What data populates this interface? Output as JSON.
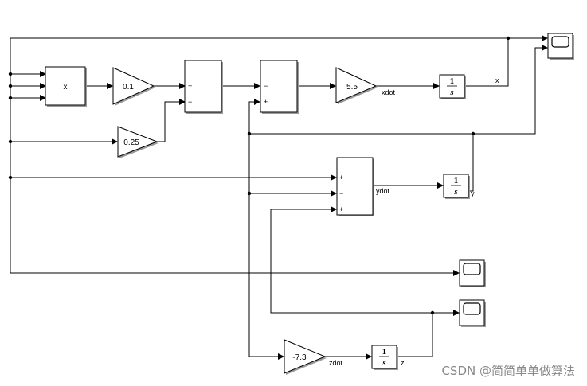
{
  "blocks": {
    "fcn_x": {
      "label": "x"
    },
    "gain_01": {
      "label": "0.1"
    },
    "gain_025": {
      "label": "0.25"
    },
    "gain_55": {
      "label": "5.5"
    },
    "gain_m73": {
      "label": "-7.3"
    },
    "sum1": {
      "ports": [
        "+",
        "−"
      ]
    },
    "sum2": {
      "ports": [
        "−",
        "+"
      ]
    },
    "sum3": {
      "ports": [
        "+",
        "−",
        "+"
      ]
    },
    "integrator": {
      "num": "1",
      "den": "s"
    }
  },
  "signals": {
    "xdot": "xdot",
    "ydot": "ydot",
    "zdot": "zdot",
    "x": "x",
    "y": "y",
    "z": "z"
  },
  "watermark": "CSDN @简简单单做算法"
}
